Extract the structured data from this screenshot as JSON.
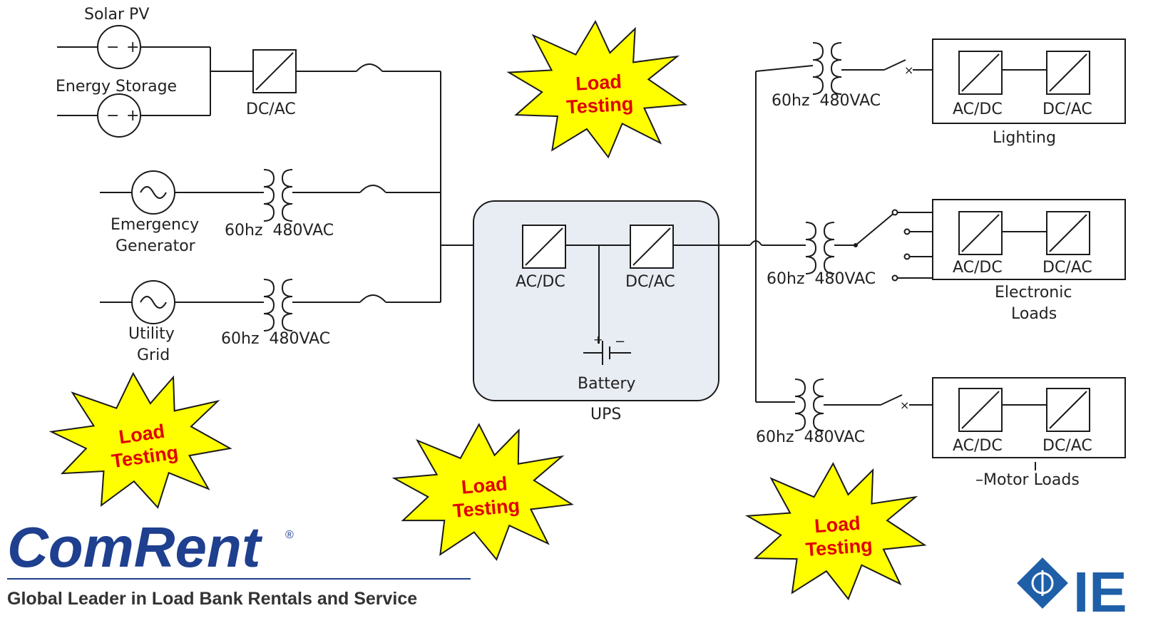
{
  "sources": {
    "solar_pv": "Solar PV",
    "energy_storage": "Energy Storage",
    "emergency_generator": [
      "Emergency",
      "Generator"
    ],
    "utility_grid": [
      "Utility",
      "Grid"
    ]
  },
  "converters": {
    "source_dcac": "DC/AC",
    "ups_acdc": "AC/DC",
    "ups_dcac": "DC/AC"
  },
  "transformer_label": "60hz  480VAC",
  "ups": {
    "title": "UPS",
    "battery": "Battery"
  },
  "loads": [
    {
      "name": [
        "Lighting"
      ],
      "acdc": "AC/DC",
      "dcac": "DC/AC"
    },
    {
      "name": [
        "Electronic",
        "Loads"
      ],
      "acdc": "AC/DC",
      "dcac": "DC/AC"
    },
    {
      "name": [
        "–Motor Loads"
      ],
      "acdc": "AC/DC",
      "dcac": "DC/AC"
    }
  ],
  "burst": {
    "line1": "Load",
    "line2": "Testing",
    "fill": "#ffff00"
  },
  "logo": {
    "brand": "ComRent",
    "registered": "®",
    "tagline": "Global Leader in Load Bank Rentals and Service",
    "brand_color": "#1f3f8f",
    "partner_text": "IE"
  },
  "colors": {
    "ups_fill": "#e8ecf3",
    "wire": "#1a1a1a",
    "burst_text": "#e00000"
  }
}
